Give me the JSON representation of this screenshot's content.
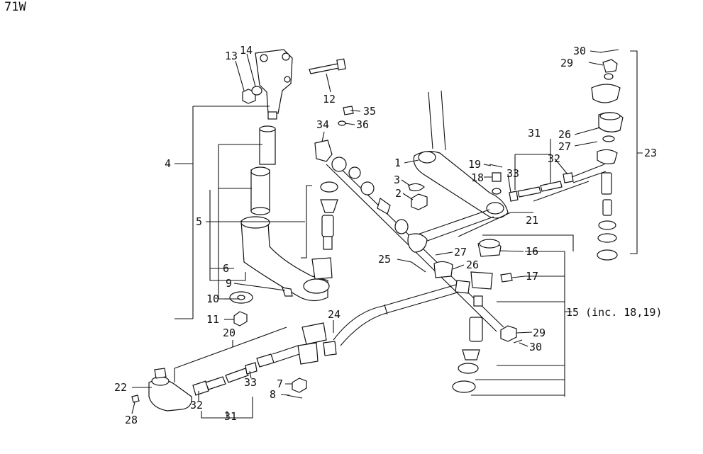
{
  "diagram_code": "71W",
  "callouts": {
    "c1": "1",
    "c2": "2",
    "c3": "3",
    "c4": "4",
    "c5": "5",
    "c6": "6",
    "c7": "7",
    "c8": "8",
    "c9": "9",
    "c10": "10",
    "c11": "11",
    "c12": "12",
    "c13": "13",
    "c14": "14",
    "c15": "15 (inc. 18,19)",
    "c16": "16",
    "c17": "17",
    "c18": "18",
    "c19": "19",
    "c20": "20",
    "c21": "21",
    "c22": "22",
    "c23": "23",
    "c24": "24",
    "c25": "25",
    "c26a": "26",
    "c26b": "26",
    "c27a": "27",
    "c27b": "27",
    "c28": "28",
    "c29a": "29",
    "c29b": "29",
    "c30a": "30",
    "c30b": "30",
    "c31a": "31",
    "c31b": "31",
    "c32a": "32",
    "c32b": "32",
    "c33a": "33",
    "c33b": "33",
    "c34": "34",
    "c35": "35",
    "c36": "36"
  },
  "colors": {
    "ink": "#111111",
    "background": "#ffffff"
  }
}
